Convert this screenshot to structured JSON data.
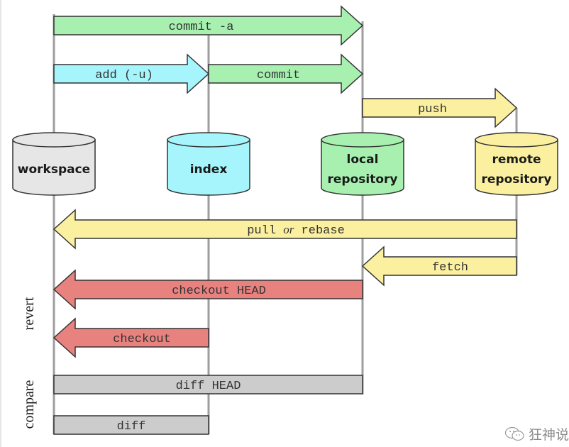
{
  "title": "Git command flow between workspace, index, local repository and remote repository",
  "colors": {
    "workspace": "#e6e6e6",
    "index": "#a6f5fc",
    "local": "#a7f0b0",
    "remote": "#fbf0a0",
    "revert": "#e8827e",
    "compare": "#cccccc",
    "lane": "#9e9e9e",
    "stroke": "#333333"
  },
  "nodes": [
    {
      "id": "workspace",
      "lines": [
        "workspace"
      ],
      "color_key": "workspace"
    },
    {
      "id": "index",
      "lines": [
        "index"
      ],
      "color_key": "index"
    },
    {
      "id": "local",
      "lines": [
        "local",
        "repository"
      ],
      "color_key": "local"
    },
    {
      "id": "remote",
      "lines": [
        "remote",
        "repository"
      ],
      "color_key": "remote"
    }
  ],
  "arrows": [
    {
      "id": "commit-a",
      "label": "commit -a",
      "from": "workspace",
      "to": "local",
      "dir": "right",
      "color_key": "local",
      "kind": "arrow"
    },
    {
      "id": "add-u",
      "label": "add (-u)",
      "from": "workspace",
      "to": "index",
      "dir": "right",
      "color_key": "index",
      "kind": "arrow"
    },
    {
      "id": "commit",
      "label": "commit",
      "from": "index",
      "to": "local",
      "dir": "right",
      "color_key": "local",
      "kind": "arrow"
    },
    {
      "id": "push",
      "label": "push",
      "from": "local",
      "to": "remote",
      "dir": "right",
      "color_key": "remote",
      "kind": "arrow"
    },
    {
      "id": "pull-or-rebase",
      "label_parts": [
        "pull ",
        "or",
        " rebase"
      ],
      "from": "remote",
      "to": "workspace",
      "dir": "left",
      "color_key": "remote",
      "kind": "arrow"
    },
    {
      "id": "fetch",
      "label": "fetch",
      "from": "remote",
      "to": "local",
      "dir": "left",
      "color_key": "remote",
      "kind": "arrow"
    },
    {
      "id": "checkout-head",
      "label": "checkout HEAD",
      "from": "local",
      "to": "workspace",
      "dir": "left",
      "color_key": "revert",
      "kind": "arrow"
    },
    {
      "id": "checkout",
      "label": "checkout",
      "from": "index",
      "to": "workspace",
      "dir": "left",
      "color_key": "revert",
      "kind": "arrow"
    },
    {
      "id": "diff-head",
      "label": "diff HEAD",
      "from": "workspace",
      "to": "local",
      "color_key": "compare",
      "kind": "bar"
    },
    {
      "id": "diff",
      "label": "diff",
      "from": "workspace",
      "to": "index",
      "color_key": "compare",
      "kind": "bar"
    }
  ],
  "groups": [
    {
      "id": "revert",
      "label": "revert"
    },
    {
      "id": "compare",
      "label": "compare"
    }
  ],
  "watermark": {
    "text": "狂神说",
    "icon": "wechat-icon"
  }
}
